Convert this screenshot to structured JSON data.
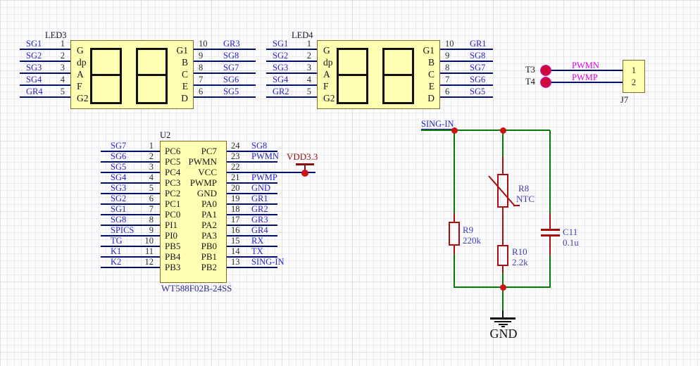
{
  "colors": {
    "wire": "#000f6e",
    "analog_wire": "#007a00",
    "net_label": "#2323c8",
    "value_text": "#3d3db4",
    "designator_text": "#14142a",
    "comment_text": "#2a2a8c",
    "pin_number_text": "#2b2b2b",
    "pin_name_text": "#141414",
    "component_fill": "#ffffb4",
    "component_border": "#7d6a28",
    "graphic_red": "#a80e0e",
    "junction_red": "#d01111",
    "magenta": "#df00df",
    "power_red": "#8a1010",
    "testpoint_fill": "#ce0839",
    "testpoint_rim": "#c81ed2"
  },
  "leds": [
    {
      "designator": "LED3",
      "left_pins": [
        {
          "number": "1",
          "net": "SG1"
        },
        {
          "number": "2",
          "net": "SG2"
        },
        {
          "number": "3",
          "net": "SG3"
        },
        {
          "number": "4",
          "net": "SG4"
        },
        {
          "number": "5",
          "net": "GR4"
        }
      ],
      "right_pins": [
        {
          "number": "10",
          "net": "GR3"
        },
        {
          "number": "9",
          "net": "SG8"
        },
        {
          "number": "8",
          "net": "SG7"
        },
        {
          "number": "7",
          "net": "SG6"
        },
        {
          "number": "6",
          "net": "SG5"
        }
      ],
      "left_segments": [
        "G",
        "dp",
        "A",
        "F",
        "G2"
      ],
      "right_segments": [
        "G1",
        "B",
        "C",
        "E",
        "D"
      ]
    },
    {
      "designator": "LED4",
      "left_pins": [
        {
          "number": "1",
          "net": "SG1"
        },
        {
          "number": "2",
          "net": "SG2"
        },
        {
          "number": "3",
          "net": "SG3"
        },
        {
          "number": "4",
          "net": "SG4"
        },
        {
          "number": "5",
          "net": "GR2"
        }
      ],
      "right_pins": [
        {
          "number": "10",
          "net": "GR1"
        },
        {
          "number": "9",
          "net": "SG8"
        },
        {
          "number": "8",
          "net": "SG7"
        },
        {
          "number": "7",
          "net": "SG6"
        },
        {
          "number": "6",
          "net": "SG5"
        }
      ],
      "left_segments": [
        "G",
        "dp",
        "A",
        "F",
        "G2"
      ],
      "right_segments": [
        "G1",
        "B",
        "C",
        "E",
        "D"
      ]
    }
  ],
  "ic": {
    "designator": "U2",
    "part_number": "WT588F02B-24SS",
    "left_pins": [
      {
        "number": "1",
        "name": "PC6",
        "net": "SG7"
      },
      {
        "number": "2",
        "name": "PC5",
        "net": "SG6"
      },
      {
        "number": "3",
        "name": "PC4",
        "net": "SG5"
      },
      {
        "number": "4",
        "name": "PC3",
        "net": "SG4"
      },
      {
        "number": "5",
        "name": "PC2",
        "net": "SG3"
      },
      {
        "number": "6",
        "name": "PC1",
        "net": "SG2"
      },
      {
        "number": "7",
        "name": "PC0",
        "net": "SG1"
      },
      {
        "number": "8",
        "name": "PI1",
        "net": "SG8"
      },
      {
        "number": "9",
        "name": "PI0",
        "net": "SPICS"
      },
      {
        "number": "10",
        "name": "PB5",
        "net": "TG"
      },
      {
        "number": "11",
        "name": "PB4",
        "net": "K1"
      },
      {
        "number": "12",
        "name": "PB3",
        "net": "K2"
      }
    ],
    "right_pins": [
      {
        "number": "24",
        "name": "PC7",
        "net": "SG8"
      },
      {
        "number": "23",
        "name": "PWMN",
        "net": "PWMN"
      },
      {
        "number": "22",
        "name": "VCC",
        "net": null,
        "power": true
      },
      {
        "number": "21",
        "name": "PWMP",
        "net": "PWMP"
      },
      {
        "number": "20",
        "name": "GND",
        "net": "GND"
      },
      {
        "number": "19",
        "name": "PA0",
        "net": "GR1"
      },
      {
        "number": "18",
        "name": "PA1",
        "net": "GR2"
      },
      {
        "number": "17",
        "name": "PA2",
        "net": "GR3"
      },
      {
        "number": "16",
        "name": "PA3",
        "net": "GR4"
      },
      {
        "number": "15",
        "name": "PB0",
        "net": "RX"
      },
      {
        "number": "14",
        "name": "PB1",
        "net": "TX"
      },
      {
        "number": "13",
        "name": "PB2",
        "net": "SING-IN"
      }
    ]
  },
  "power_rail": {
    "label": "VDD3.3"
  },
  "connector": {
    "designator": "J7",
    "pin_labels": [
      "1",
      "2"
    ],
    "testpoints": [
      {
        "label": "T3",
        "net": "PWMN"
      },
      {
        "label": "T4",
        "net": "PWMP"
      }
    ]
  },
  "analog": {
    "net_label": "SING-IN",
    "ground_label": "GND",
    "r9": {
      "ref": "R9",
      "value": "220k"
    },
    "r8": {
      "ref": "R8",
      "value": "NTC"
    },
    "r10": {
      "ref": "R10",
      "value": "2.2k"
    },
    "c11": {
      "ref": "C11",
      "value": "0.1u"
    }
  }
}
